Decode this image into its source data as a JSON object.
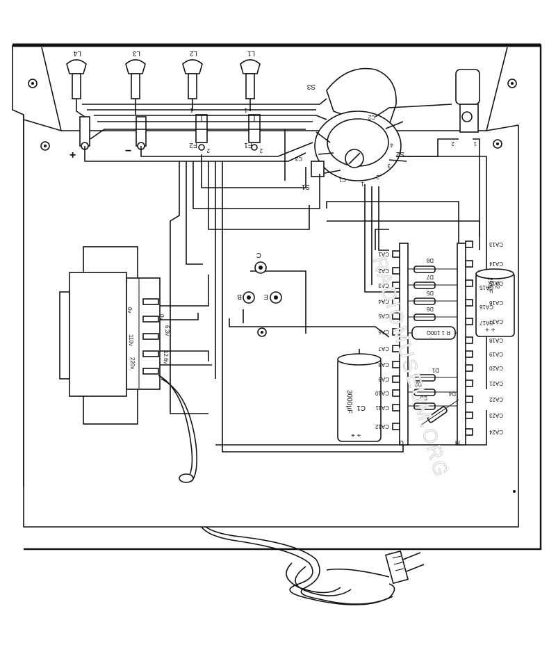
{
  "terminals": {
    "plus": "+",
    "minus": "−"
  },
  "lamps": [
    "L4",
    "L3",
    "L2",
    "L1"
  ],
  "fuses": [
    "F2",
    "F1"
  ],
  "switches": [
    "S3",
    "S2",
    "S1"
  ],
  "fuse_terms": [
    "2",
    "2",
    "1",
    "1"
  ],
  "switch_terms": [
    "1",
    "2",
    "3",
    "4",
    "C1",
    "C2",
    "C3"
  ],
  "right_switch_terms": [
    "2",
    "1"
  ],
  "points": {
    "c": "C",
    "b": "B",
    "e": "E"
  },
  "transformer_taps": [
    "0v",
    "0v",
    "110v",
    "220v",
    "6.3v",
    "12.6v"
  ],
  "strip_left": [
    "CA1",
    "CA2",
    "CA3",
    "CA4",
    "CA5",
    "CA6",
    "CA7",
    "CA8",
    "CA9",
    "CA10",
    "CA11",
    "CA12"
  ],
  "strip_right": [
    "CA13",
    "CA14",
    "CA15",
    "CA16",
    "CA17",
    "CA18",
    "CA19",
    "CA20",
    "CA21",
    "CA22",
    "CA23",
    "CA24"
  ],
  "diodes": [
    "D8",
    "D7",
    "D6",
    "D5",
    "D1",
    "D2",
    "D3",
    "D4"
  ],
  "resistor": "R 1  100Ω",
  "cap_c1": [
    "C1",
    "3000µF"
  ],
  "cap_c2": [
    "C2",
    "250µF",
    "CA15",
    "CA16",
    "CA17"
  ],
  "strip_ends": [
    "G",
    "H"
  ],
  "watermark": "RADIOMUSEUM.ORG",
  "style": {
    "ink": "#111111",
    "paper": "#ffffff"
  }
}
